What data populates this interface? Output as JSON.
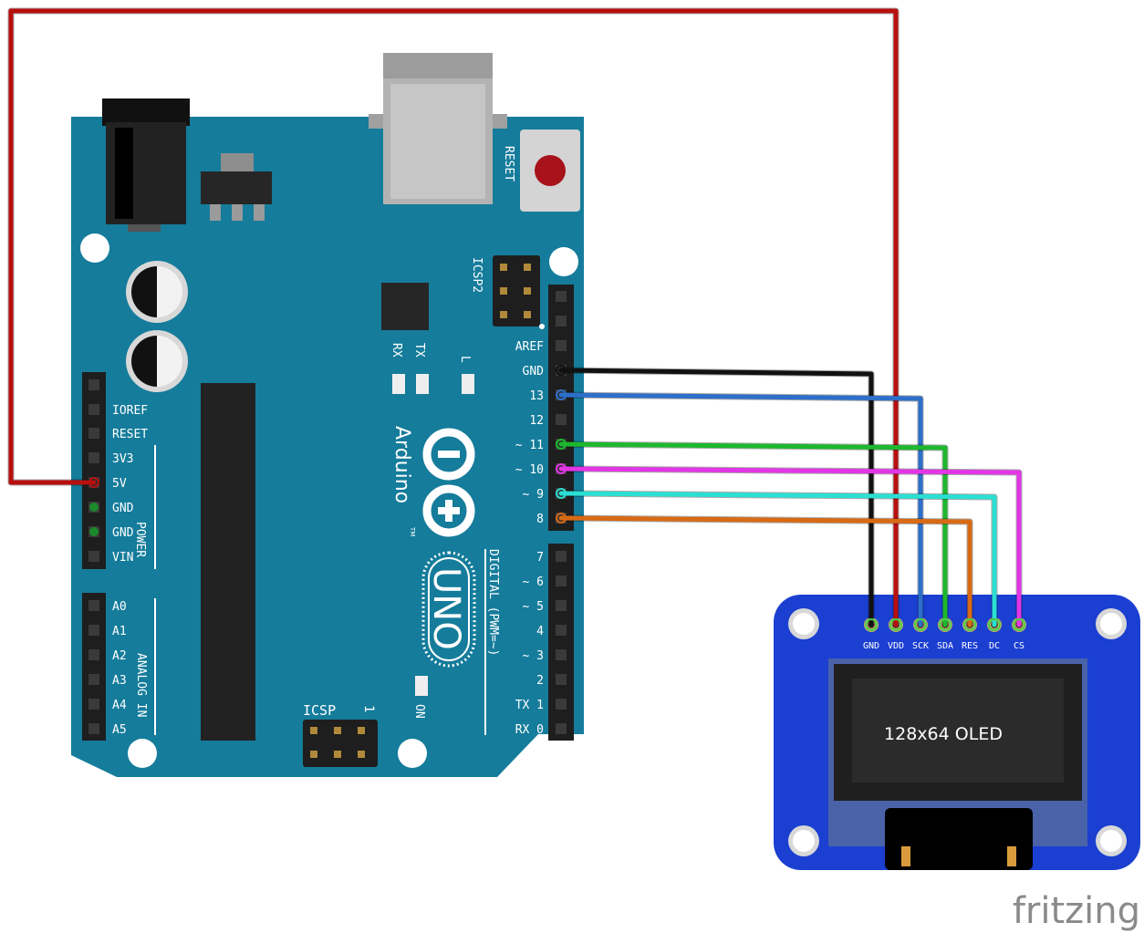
{
  "board": {
    "reset_label": "RESET",
    "icsp2_label": "ICSP2",
    "icsp_label": "ICSP",
    "icsp_pin1": "1",
    "led_rx": "RX",
    "led_tx": "TX",
    "led_l": "L",
    "on_label": "ON",
    "arduino_word": "Arduino",
    "tm": "TM",
    "uno_word": "UNO",
    "digital_caption": "DIGITAL (PWM=~)",
    "power_caption": "POWER",
    "analog_caption": "ANALOG IN",
    "header_top": [
      "AREF",
      "GND",
      "13",
      "12",
      "~ 11",
      "~ 10",
      "~ 9",
      "8"
    ],
    "header_bottom": [
      "7",
      "~ 6",
      "~ 5",
      "4",
      "~ 3",
      "2",
      "TX 1",
      "RX 0"
    ],
    "power_pins": [
      "IOREF",
      "RESET",
      "3V3",
      "5V",
      "GND",
      "GND",
      "VIN"
    ],
    "analog_pins": [
      "A0",
      "A1",
      "A2",
      "A3",
      "A4",
      "A5"
    ]
  },
  "oled": {
    "pins": [
      "GND",
      "VDD",
      "SCK",
      "SDA",
      "RES",
      "DC",
      "CS"
    ],
    "screen_text": "128x64 OLED"
  },
  "wires": [
    {
      "from": "GND",
      "to": "GND",
      "color": "#111111"
    },
    {
      "from": "5V",
      "to": "VDD",
      "color": "#b80f0f"
    },
    {
      "from": "13",
      "to": "SCK",
      "color": "#2d6fc9"
    },
    {
      "from": "11",
      "to": "SDA",
      "color": "#1db82e"
    },
    {
      "from": "8",
      "to": "RES",
      "color": "#d86a15"
    },
    {
      "from": "9",
      "to": "DC",
      "color": "#2bdfd3"
    },
    {
      "from": "10",
      "to": "CS",
      "color": "#e236e6"
    }
  ],
  "colors": {
    "board": "#157c9b",
    "oled_board": "#1b3fd1",
    "screen": "#232323"
  },
  "watermark": "fritzing"
}
